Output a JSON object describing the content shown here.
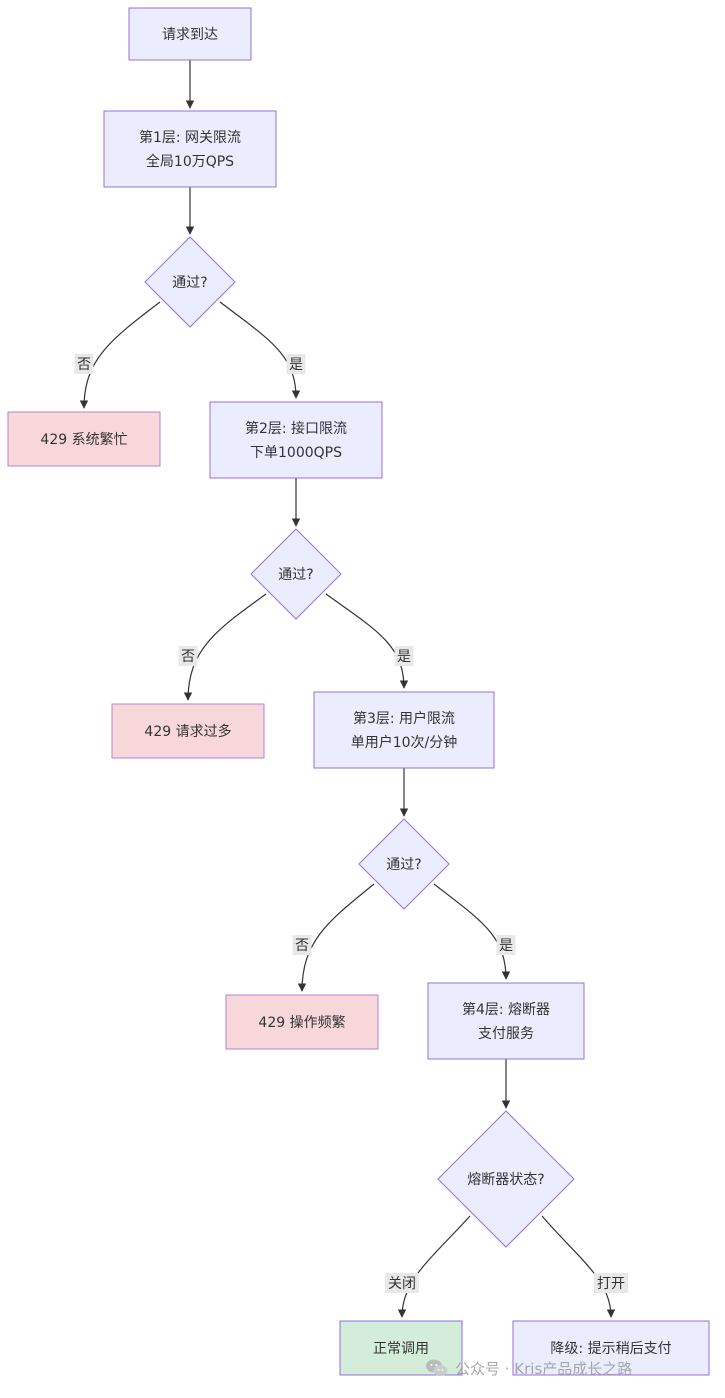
{
  "colors": {
    "process_fill": "#ececff",
    "process_stroke": "#9370db",
    "reject_fill": "#f8d7da",
    "reject_stroke": "#b084d6",
    "ok_fill": "#d4edda",
    "ok_stroke": "#9370db",
    "edge": "#333333",
    "edge_label_bg": "#e8e8e8"
  },
  "nodes": {
    "request": {
      "lines": [
        "请求到达"
      ]
    },
    "layer1": {
      "lines": [
        "第1层: 网关限流",
        "全局10万QPS"
      ]
    },
    "check1": {
      "lines": [
        "通过?"
      ]
    },
    "reject1": {
      "lines": [
        "429 系统繁忙"
      ]
    },
    "layer2": {
      "lines": [
        "第2层: 接口限流",
        "下单1000QPS"
      ]
    },
    "check2": {
      "lines": [
        "通过?"
      ]
    },
    "reject2": {
      "lines": [
        "429 请求过多"
      ]
    },
    "layer3": {
      "lines": [
        "第3层: 用户限流",
        "单用户10次/分钟"
      ]
    },
    "check3": {
      "lines": [
        "通过?"
      ]
    },
    "reject3": {
      "lines": [
        "429 操作频繁"
      ]
    },
    "layer4": {
      "lines": [
        "第4层: 熔断器",
        "支付服务"
      ]
    },
    "breaker": {
      "lines": [
        "熔断器状态?"
      ]
    },
    "normal": {
      "lines": [
        "正常调用"
      ]
    },
    "degrade": {
      "lines": [
        "降级: 提示稍后支付"
      ]
    }
  },
  "edge_labels": {
    "no1": "否",
    "yes1": "是",
    "no2": "否",
    "yes2": "是",
    "no3": "否",
    "yes3": "是",
    "closed": "关闭",
    "open": "打开"
  },
  "watermark": {
    "icon": "wechat-icon",
    "text": "公众号 · Kris产品成长之路"
  }
}
